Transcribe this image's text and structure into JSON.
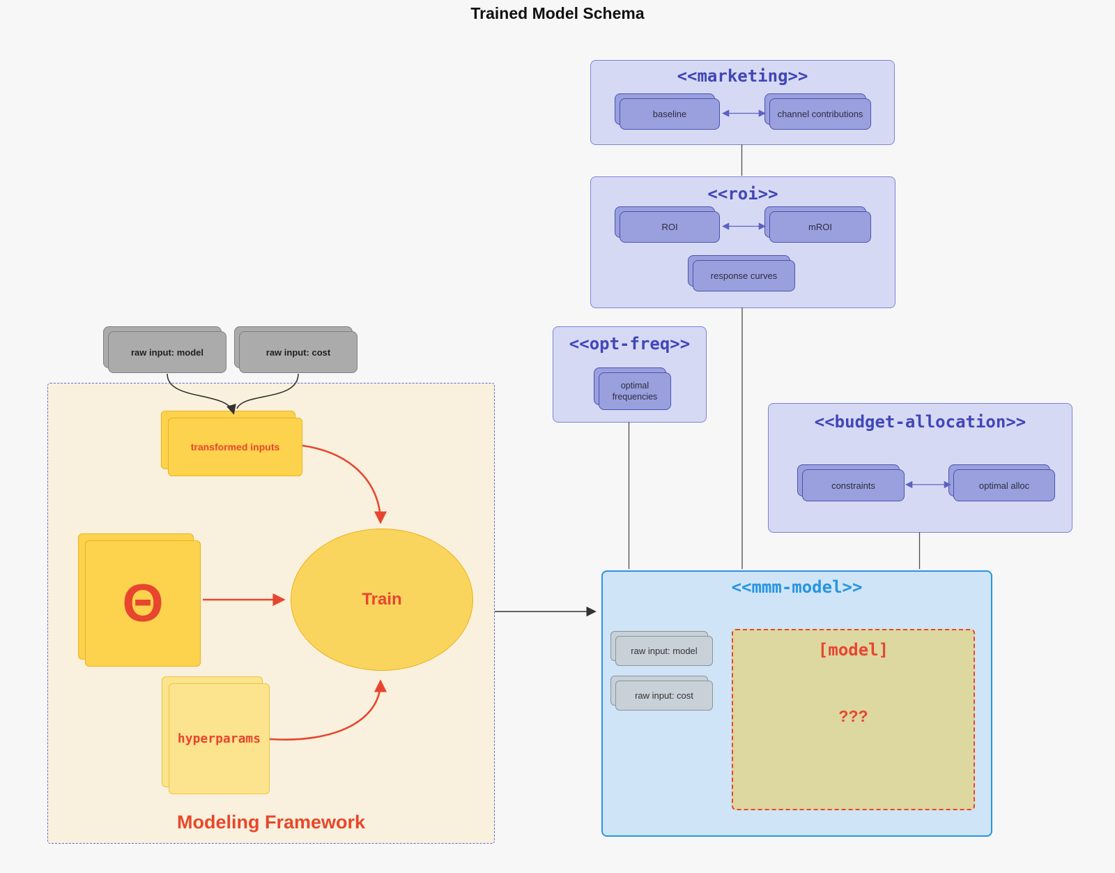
{
  "title": "Trained Model Schema",
  "colors": {
    "canvas_bg": "#f7f7f8",
    "cluster_purple_fill": "#d6d9f3",
    "cluster_purple_border": "#7c82d4",
    "cluster_purple_title": "#4046b8",
    "node_purple_fill": "#9aa0de",
    "node_purple_border": "#4a51b0",
    "mmm_fill": "#cfe4f6",
    "mmm_accent": "#2795e0",
    "khaki_fill": "#ddd7a0",
    "red_accent": "#e8452f",
    "gold_fill": "#fdd24c",
    "gold_light_fill": "#fce38d",
    "cream_fill": "#f9f1dd",
    "framework_border": "#6169d8",
    "gray_node_fill": "#ababab",
    "mmm_gray_node_fill": "#c9d1d8"
  },
  "external_inputs": {
    "raw_model": "raw input: model",
    "raw_cost": "raw input: cost"
  },
  "clusters": {
    "marketing": {
      "title": "<<marketing>>",
      "baseline": "baseline",
      "channel_contributions": "channel contributions"
    },
    "roi": {
      "title": "<<roi>>",
      "roi": "ROI",
      "mroi": "mROI",
      "response_curves": "response curves"
    },
    "opt_freq": {
      "title": "<<opt-freq>>",
      "optimal_frequencies": "optimal frequencies"
    },
    "budget_allocation": {
      "title": "<<budget-allocation>>",
      "constraints": "constraints",
      "optimal_alloc": "optimal alloc"
    },
    "mmm_model": {
      "title": "<<mmm-model>>",
      "raw_model": "raw input: model",
      "raw_cost": "raw input: cost",
      "model_label": "[model]",
      "model_placeholder": "???"
    },
    "modeling_framework": {
      "title": "Modeling Framework",
      "transformed_inputs": "transformed inputs",
      "theta": "Θ",
      "train": "Train",
      "hyperparams": "hyperparams"
    }
  }
}
